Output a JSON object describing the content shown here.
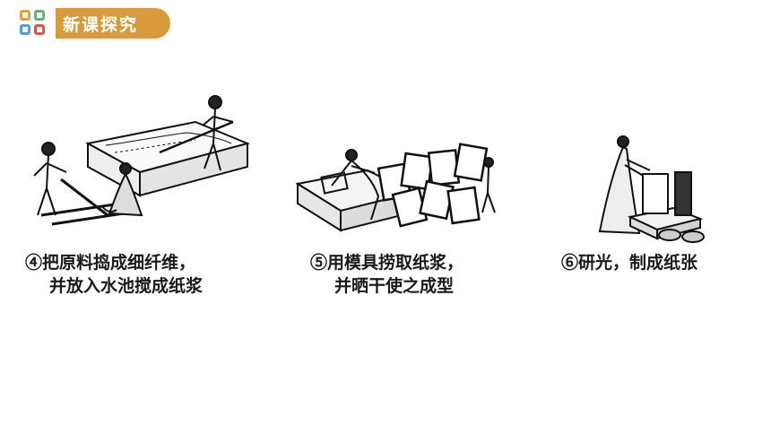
{
  "header": {
    "title": "新课探究",
    "badge_color": "#d89a3a",
    "logo_colors": [
      "#e2a23b",
      "#6bb07a",
      "#4f9fd0",
      "#d9574a"
    ]
  },
  "steps": [
    {
      "line1": "④把原料捣成细纤维，",
      "line2": "并放入水池搅成纸浆",
      "icon": "pulp-mixing-illustration"
    },
    {
      "line1": "⑤用模具捞取纸浆，",
      "line2": "并晒干使之成型",
      "icon": "mold-drying-illustration"
    },
    {
      "line1": "⑥研光，制成纸张",
      "line2": "",
      "icon": "polishing-paper-illustration"
    }
  ]
}
